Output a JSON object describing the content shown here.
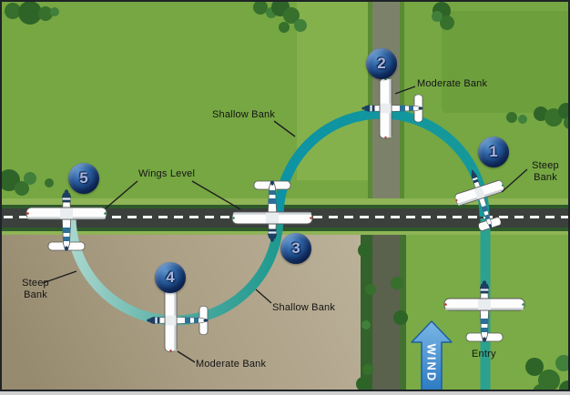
{
  "labels": {
    "wings_level": "Wings Level",
    "shallow_bank_upper": "Shallow Bank",
    "moderate_bank_upper": "Moderate Bank",
    "steep_bank_right": "Steep Bank",
    "steep_bank_left": "Steep Bank",
    "shallow_bank_lower": "Shallow Bank",
    "moderate_bank_lower": "Moderate Bank",
    "entry": "Entry",
    "wind": "WIND"
  },
  "waypoints": [
    {
      "number": "1"
    },
    {
      "number": "2"
    },
    {
      "number": "3"
    },
    {
      "number": "4"
    },
    {
      "number": "5"
    }
  ],
  "colors": {
    "field_green": "#76a743",
    "field_tan": "#ab9f85",
    "road_asphalt": "#3b403c",
    "path_teal": "#1095a0",
    "entry_path_teal": "#2ba18f",
    "wind_arrow_blue": "#3d89cc",
    "badge_navy": "#17407a"
  }
}
